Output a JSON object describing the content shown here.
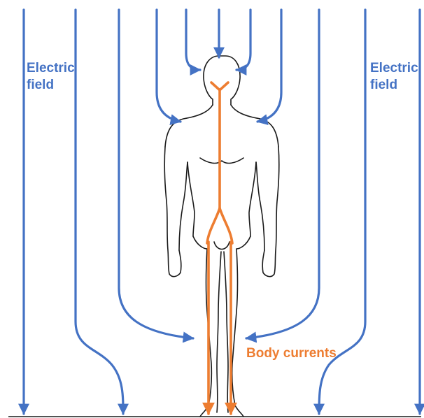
{
  "labels": {
    "field_left": [
      "Electric",
      "field"
    ],
    "field_right": [
      "Electric",
      "field"
    ],
    "currents": "Body currents"
  },
  "colors": {
    "field_lines": "#4472c4",
    "body_currents": "#ed7d31",
    "body_outline": "#1a1a1a",
    "ground": "#1a1a1a"
  }
}
